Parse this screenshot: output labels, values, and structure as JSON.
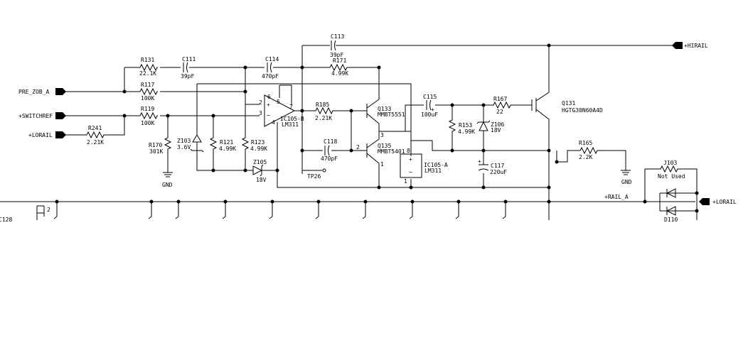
{
  "nets": {
    "pre_zob": "PRE_ZOB_A",
    "switchref": "+SWITCHREF",
    "lorail_in": "+LORAIL",
    "hirail": "+HIRAIL",
    "rail_a": "+RAIL_A",
    "lorail_out": "+LORAIL",
    "fragment": "C128",
    "gnd1": "GND",
    "gnd2": "GND",
    "tp": "TP26"
  },
  "pins": {
    "p6": "6",
    "p5": "5",
    "p2": "2",
    "p3": "3",
    "p7": "7",
    "p4": "4",
    "plus": "+",
    "minus": "−",
    "q135_2": "2",
    "q135_1": "1",
    "q135_3": "3",
    "ic105a_8": "8",
    "ic105a_1": "1",
    "ic105a_plus": "+",
    "ic105a_minus": "−",
    "c115_plus": "+",
    "c117_plus": "+",
    "frag_2": "2"
  },
  "components": {
    "R131": {
      "ref": "R131",
      "value": "22.1K"
    },
    "C111": {
      "ref": "C111",
      "value": "39pF"
    },
    "C114": {
      "ref": "C114",
      "value": "470pF"
    },
    "C113": {
      "ref": "C113",
      "value": "39pF"
    },
    "R171": {
      "ref": "R171",
      "value": "4.99K"
    },
    "R117": {
      "ref": "R117",
      "value": "100K"
    },
    "R119": {
      "ref": "R119",
      "value": "100K"
    },
    "R241": {
      "ref": "R241",
      "value": "2.21K"
    },
    "R170": {
      "ref": "R170",
      "value": "301K"
    },
    "Z103": {
      "ref": "Z103",
      "value": "3.6V"
    },
    "R121": {
      "ref": "R121",
      "value": "4.99K"
    },
    "R123": {
      "ref": "R123",
      "value": "4.99K"
    },
    "Z105": {
      "ref": "Z105",
      "value": "18V"
    },
    "IC105B": {
      "ref": "IC105-B",
      "value": "LM311"
    },
    "R185": {
      "ref": "R185",
      "value": "2.21K"
    },
    "C118": {
      "ref": "C118",
      "value": "470pF"
    },
    "Q133": {
      "ref": "Q133",
      "value": "MMBT5551"
    },
    "Q135": {
      "ref": "Q135",
      "value": "MMBT5401"
    },
    "IC105A": {
      "ref": "IC105-A",
      "value": "LM311"
    },
    "C115": {
      "ref": "C115",
      "value": "100uF"
    },
    "R153": {
      "ref": "R153",
      "value": "4.99K"
    },
    "R167": {
      "ref": "R167",
      "value": "22"
    },
    "Z106": {
      "ref": "Z106",
      "value": "18V"
    },
    "C117": {
      "ref": "C117",
      "value": "220uF"
    },
    "Q131": {
      "ref": "Q131",
      "value": "HGTG30N60A4D"
    },
    "R165": {
      "ref": "R165",
      "value": "2.2K"
    },
    "J103": {
      "ref": "J103",
      "value": "Not Used"
    },
    "D110": {
      "ref": "D110",
      "value": ""
    }
  }
}
